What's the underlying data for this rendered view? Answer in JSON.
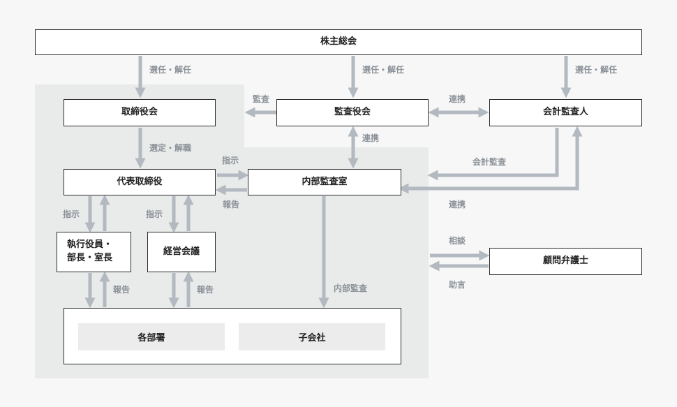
{
  "boxes": {
    "shareholders": "株主総会",
    "board": "取締役会",
    "auditors": "監査役会",
    "accounting_auditor": "会計監査人",
    "representative": "代表取締役",
    "internal_audit": "内部監査室",
    "officers_line1": "執行役員・",
    "officers_line2": "部長・室長",
    "management_meeting": "経営会議",
    "departments": "各部署",
    "subsidiaries": "子会社",
    "lawyer": "顧問弁護士"
  },
  "labels": {
    "elect_dismiss_1": "選任・解任",
    "elect_dismiss_2": "選任・解任",
    "elect_dismiss_3": "選任・解任",
    "audit": "監査",
    "cooperation_top": "連携",
    "cooperation_mid": "連携",
    "select_dismiss": "選定・解職",
    "instruct_main": "指示",
    "report_main": "報告",
    "accounting_audit": "会計監査",
    "cooperation_right": "連携",
    "instruct_left1": "指示",
    "instruct_left2": "指示",
    "consult": "相談",
    "advice": "助言",
    "report_left1": "報告",
    "report_left2": "報告",
    "internal_audit_label": "内部監査"
  },
  "colors": {
    "arrow": "#b3b9c0",
    "label": "#8c9299",
    "region": "#e9eaea",
    "border": "#2b2b2b"
  }
}
